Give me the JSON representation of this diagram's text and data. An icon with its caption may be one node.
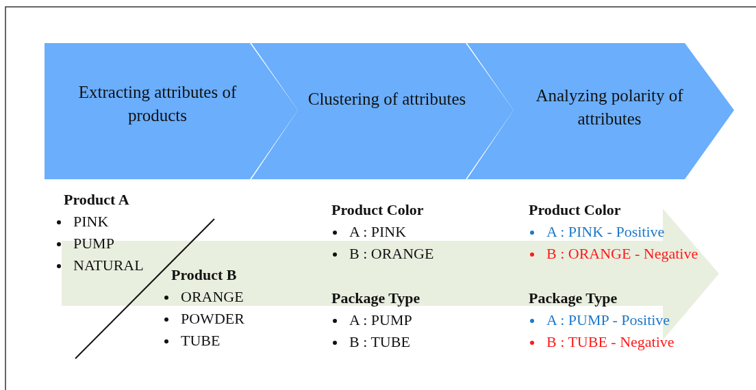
{
  "diagram": {
    "nodes": [
      {
        "text": [
          "Extracting attributes of products"
        ]
      },
      {
        "text": [
          "Clustering of attributes"
        ]
      },
      {
        "text": [
          "Analyzing polarity of attributes"
        ]
      }
    ],
    "labels": [
      "Product A",
      "PINK",
      "PUMP",
      "NATURAL",
      "Product B",
      "ORANGE",
      "POWDER",
      "TUBE",
      "Product Color",
      "A : PINK",
      "B : ORANGE",
      "Package Type",
      "A : PUMP",
      "B : TUBE",
      "Product Color",
      "A : PINK - Positive",
      "B : ORANGE - Negative",
      "Package Type",
      "A : PUMP - Positive",
      "B : TUBE - Negative"
    ]
  }
}
